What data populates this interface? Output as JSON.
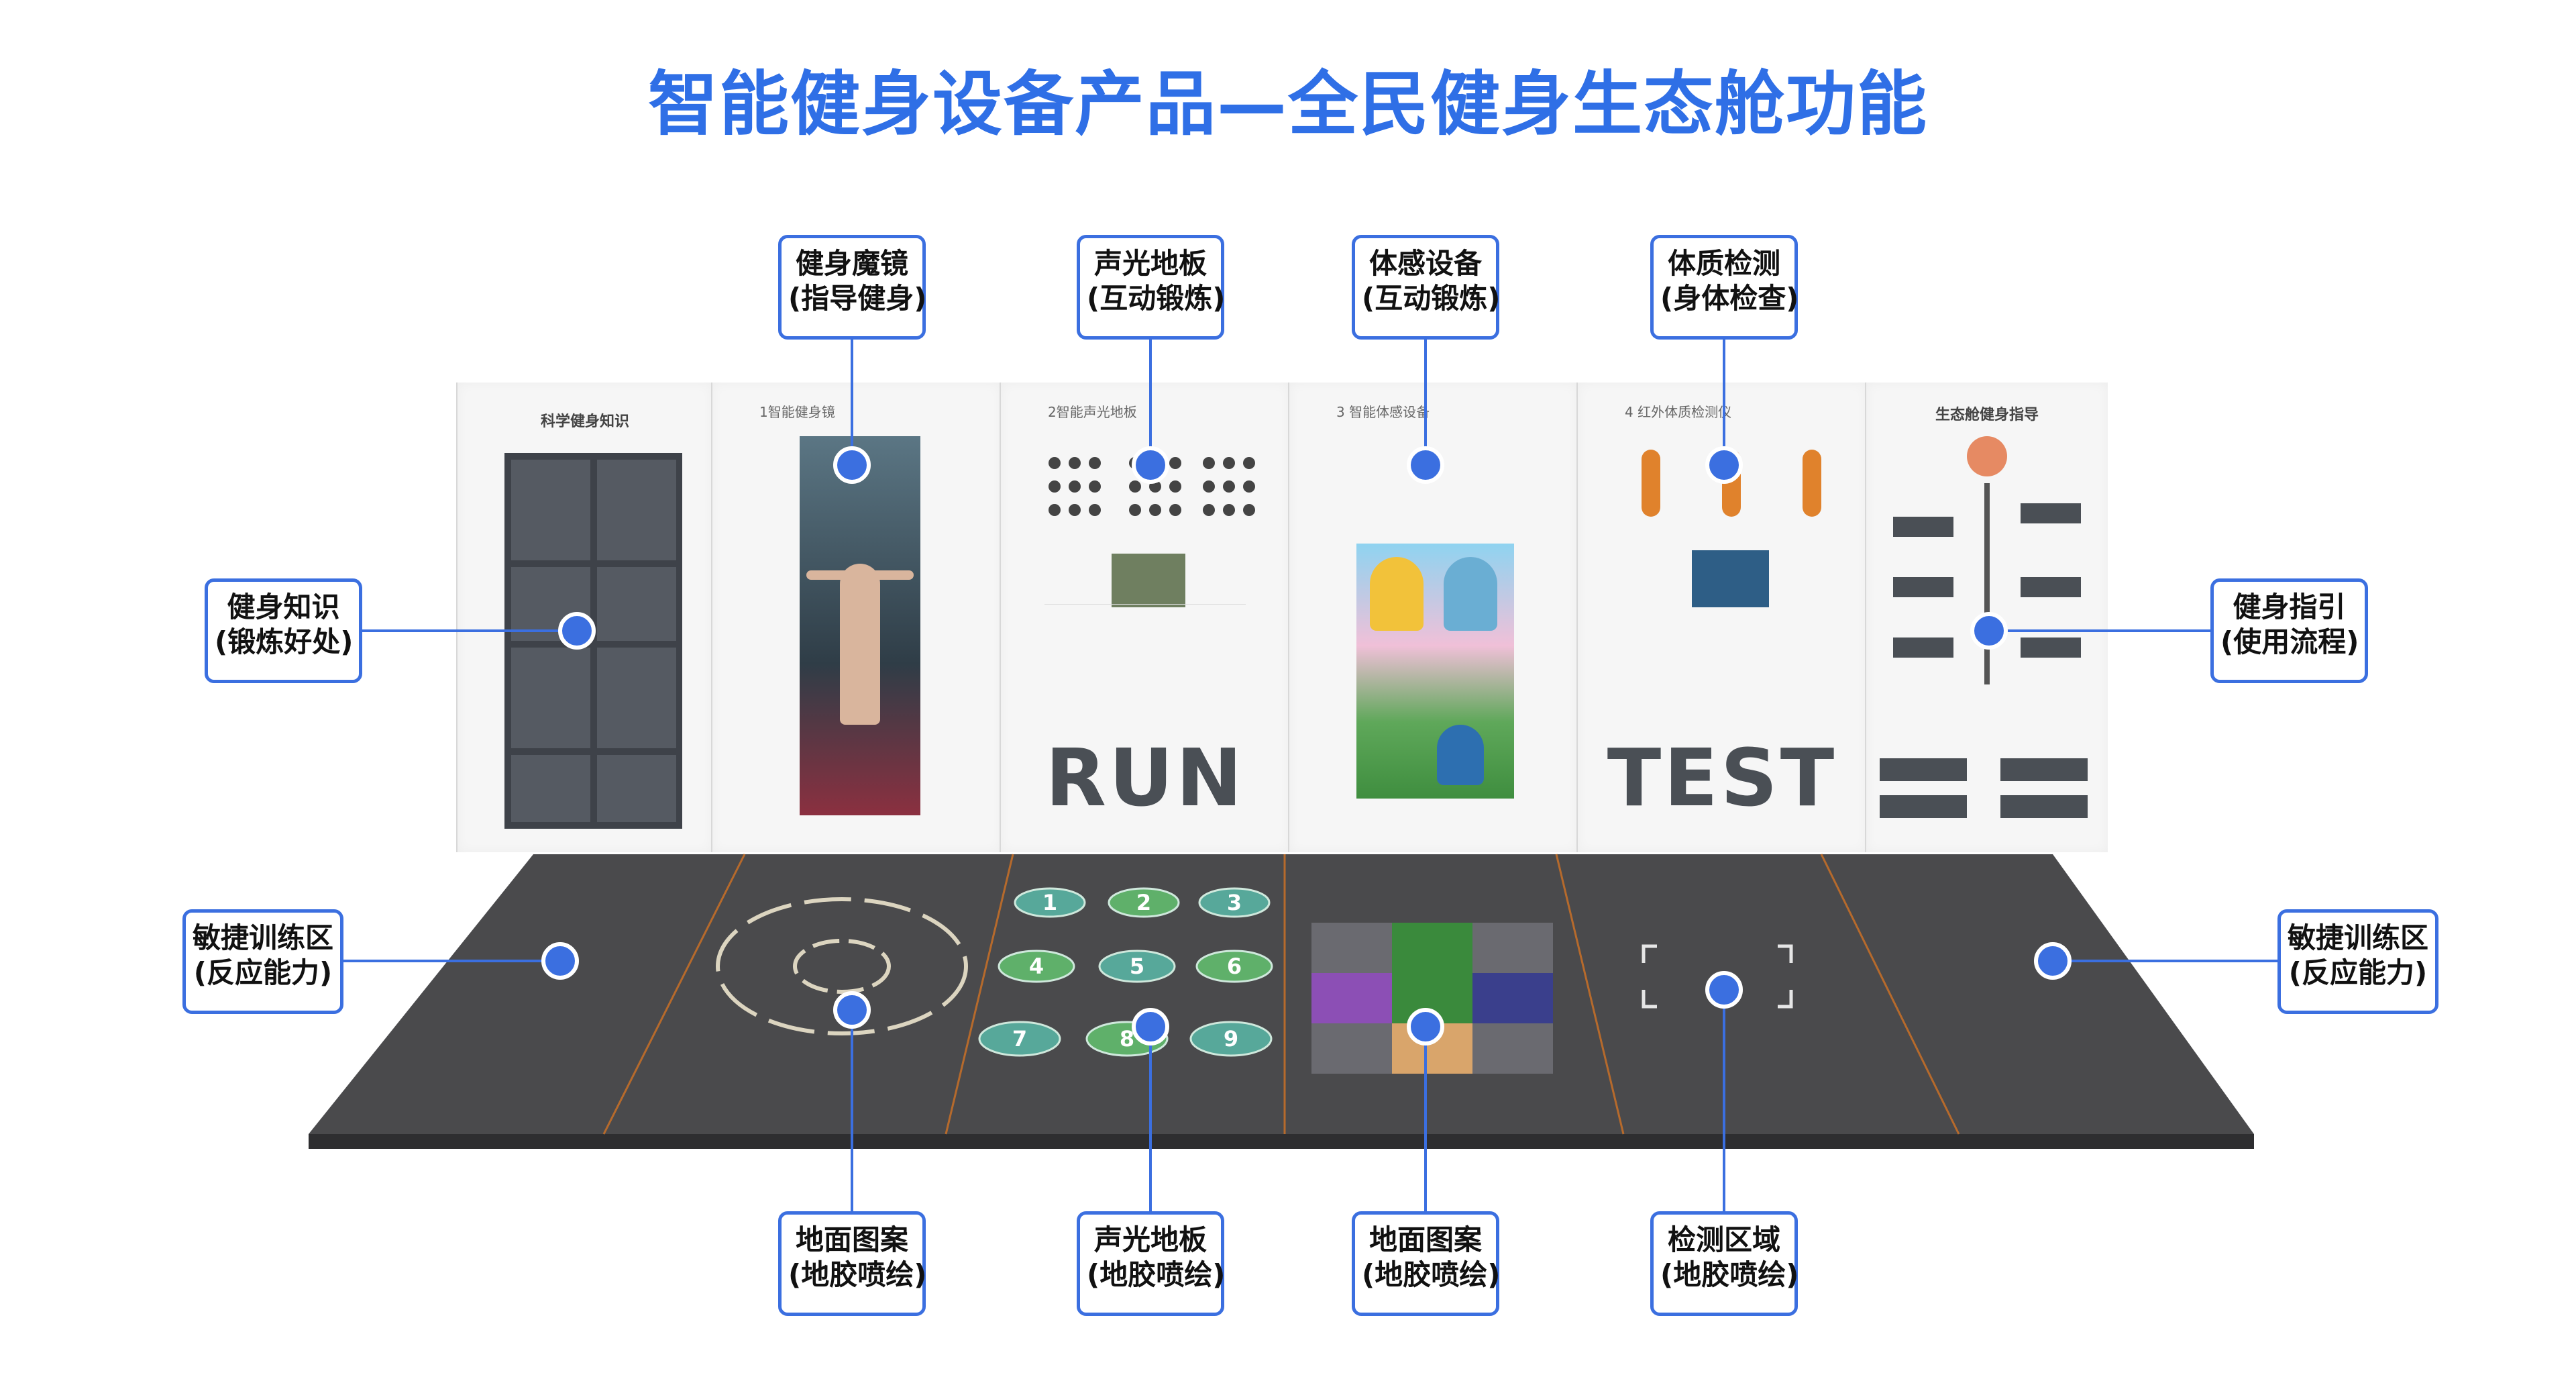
{
  "title": "智能健身设备产品—全民健身生态舱功能",
  "accent_color": "#3b6fe0",
  "title_color": "#2f6fe6",
  "wall_panels": [
    {
      "title": "科学健身知识"
    },
    {
      "title": "1智能健身镜"
    },
    {
      "title": "2智能声光地板",
      "big_word": "RUN"
    },
    {
      "title": "3 智能体感设备"
    },
    {
      "title": "4 红外体质检测仪",
      "big_word": "TEST"
    },
    {
      "title": "生态舱健身指导"
    }
  ],
  "floor_numbers": [
    "1",
    "2",
    "3",
    "4",
    "5",
    "6",
    "7",
    "8",
    "9"
  ],
  "callouts": {
    "mirror": {
      "line1": "健身魔镜",
      "line2": "(指导健身)"
    },
    "light_floor_top": {
      "line1": "声光地板",
      "line2": "(互动锻炼)"
    },
    "motion": {
      "line1": "体感设备",
      "line2": "(互动锻炼)"
    },
    "body_test": {
      "line1": "体质检测",
      "line2": "(身体检查)"
    },
    "knowledge": {
      "line1": "健身知识",
      "line2": "(锻炼好处)"
    },
    "guide": {
      "line1": "健身指引",
      "line2": "(使用流程)"
    },
    "agility_left": {
      "line1": "敏捷训练区",
      "line2": "(反应能力)"
    },
    "agility_right": {
      "line1": "敏捷训练区",
      "line2": "(反应能力)"
    },
    "floor_pattern_1": {
      "line1": "地面图案",
      "line2": "(地胶喷绘)"
    },
    "light_floor_bottom": {
      "line1": "声光地板",
      "line2": "(地胶喷绘)"
    },
    "floor_pattern_2": {
      "line1": "地面图案",
      "line2": "(地胶喷绘)"
    },
    "test_area": {
      "line1": "检测区域",
      "line2": "(地胶喷绘)"
    }
  }
}
